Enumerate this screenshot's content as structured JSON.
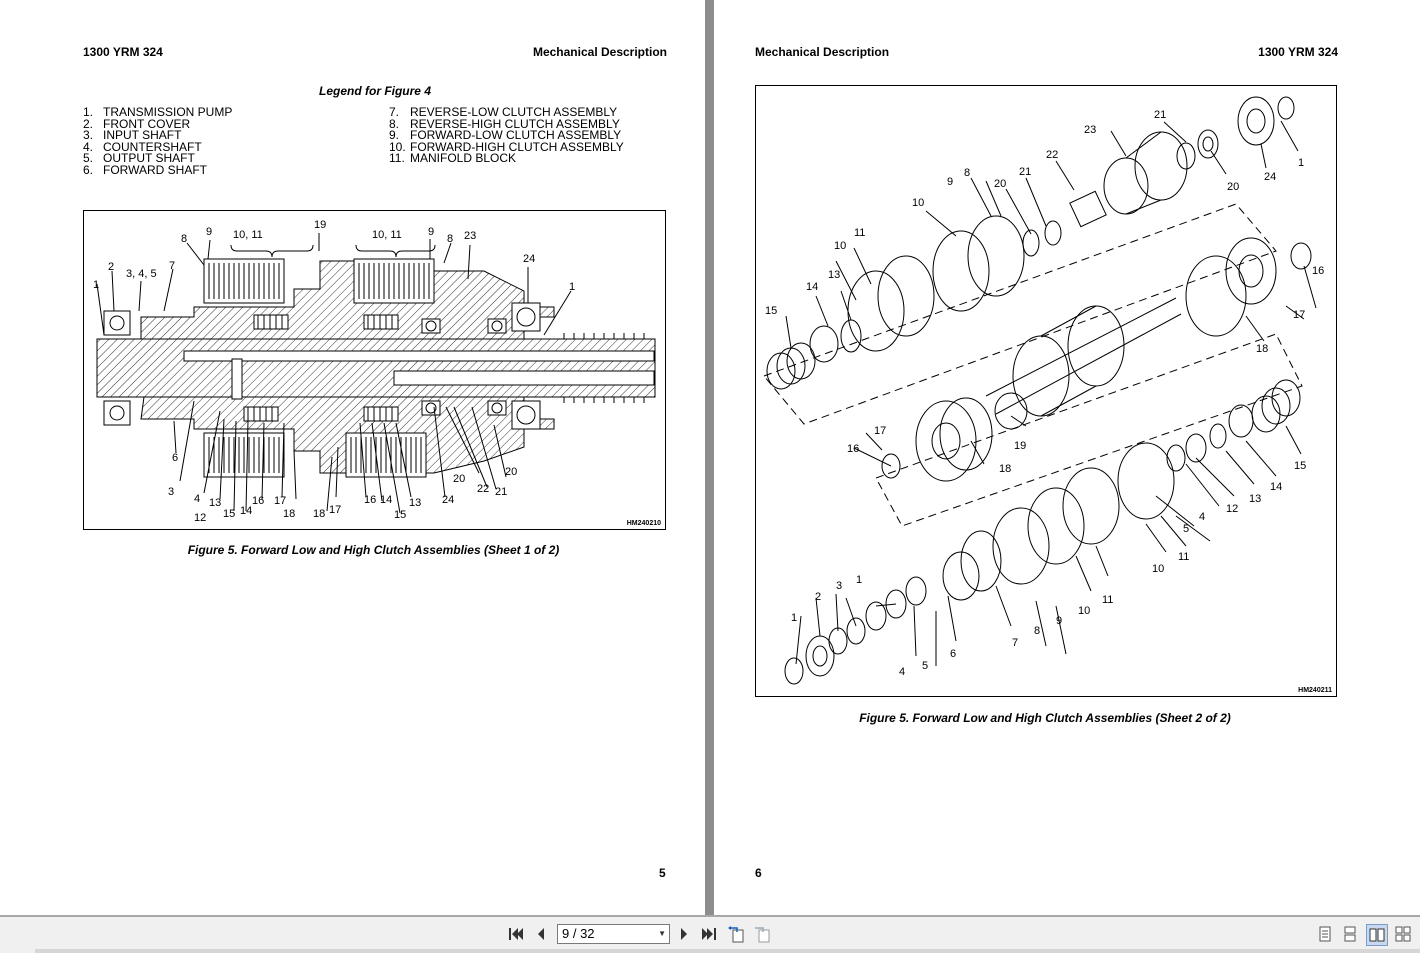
{
  "left_page": {
    "header_left": "1300 YRM 324",
    "header_right": "Mechanical Description",
    "legend_title": "Legend for Figure 4",
    "legend_left": [
      {
        "num": "1.",
        "label": "TRANSMISSION PUMP"
      },
      {
        "num": "2.",
        "label": "FRONT COVER"
      },
      {
        "num": "3.",
        "label": "INPUT SHAFT"
      },
      {
        "num": "4.",
        "label": "COUNTERSHAFT"
      },
      {
        "num": "5.",
        "label": "OUTPUT SHAFT"
      },
      {
        "num": "6.",
        "label": "FORWARD SHAFT"
      }
    ],
    "legend_right": [
      {
        "num": "7.",
        "label": "REVERSE-LOW CLUTCH ASSEMBLY"
      },
      {
        "num": "8.",
        "label": "REVERSE-HIGH CLUTCH ASSEMBLY"
      },
      {
        "num": "9.",
        "label": "FORWARD-LOW CLUTCH ASSEMBLY"
      },
      {
        "num": "10.",
        "label": "FORWARD-HIGH CLUTCH ASSEMBLY"
      },
      {
        "num": "11.",
        "label": "MANIFOLD BLOCK"
      }
    ],
    "figure_code": "HM240210",
    "caption": "Figure 5.  Forward Low and High Clutch Assemblies (Sheet 1 of 2)",
    "page_number": "5"
  },
  "right_page": {
    "header_left": "Mechanical Description",
    "header_right": "1300 YRM 324",
    "figure_code": "HM240211",
    "caption": "Figure 5.  Forward Low and High Clutch Assemblies (Sheet 2 of 2)",
    "page_number": "6"
  },
  "toolbar": {
    "page_indicator": "9 / 32",
    "icons": [
      "first-page-icon",
      "previous-page-icon",
      "next-page-icon",
      "last-page-icon",
      "previous-view-icon",
      "next-view-icon",
      "single-page-view-icon",
      "continuous-view-icon",
      "facing-view-icon",
      "continuous-facing-view-icon"
    ]
  },
  "callouts": {
    "fig1": [
      "19",
      "9",
      "10, 11",
      "8",
      "10, 11",
      "9",
      "8",
      "23",
      "2",
      "3, 4, 5",
      "7",
      "24",
      "1",
      "1",
      "6",
      "3",
      "4",
      "13",
      "12",
      "15",
      "14",
      "16",
      "17",
      "18",
      "18",
      "17",
      "16",
      "14",
      "15",
      "13",
      "24",
      "22",
      "21",
      "20",
      "20"
    ],
    "fig2": [
      "21",
      "23",
      "22",
      "1",
      "20",
      "24",
      "9",
      "8",
      "20",
      "21",
      "10",
      "11",
      "10",
      "16",
      "17",
      "18",
      "13",
      "14",
      "15",
      "19",
      "17",
      "16",
      "18",
      "15",
      "14",
      "13",
      "12",
      "2",
      "3",
      "1",
      "1",
      "4",
      "5",
      "6",
      "7",
      "8",
      "9",
      "10",
      "11",
      "10",
      "11",
      "5",
      "4"
    ]
  }
}
